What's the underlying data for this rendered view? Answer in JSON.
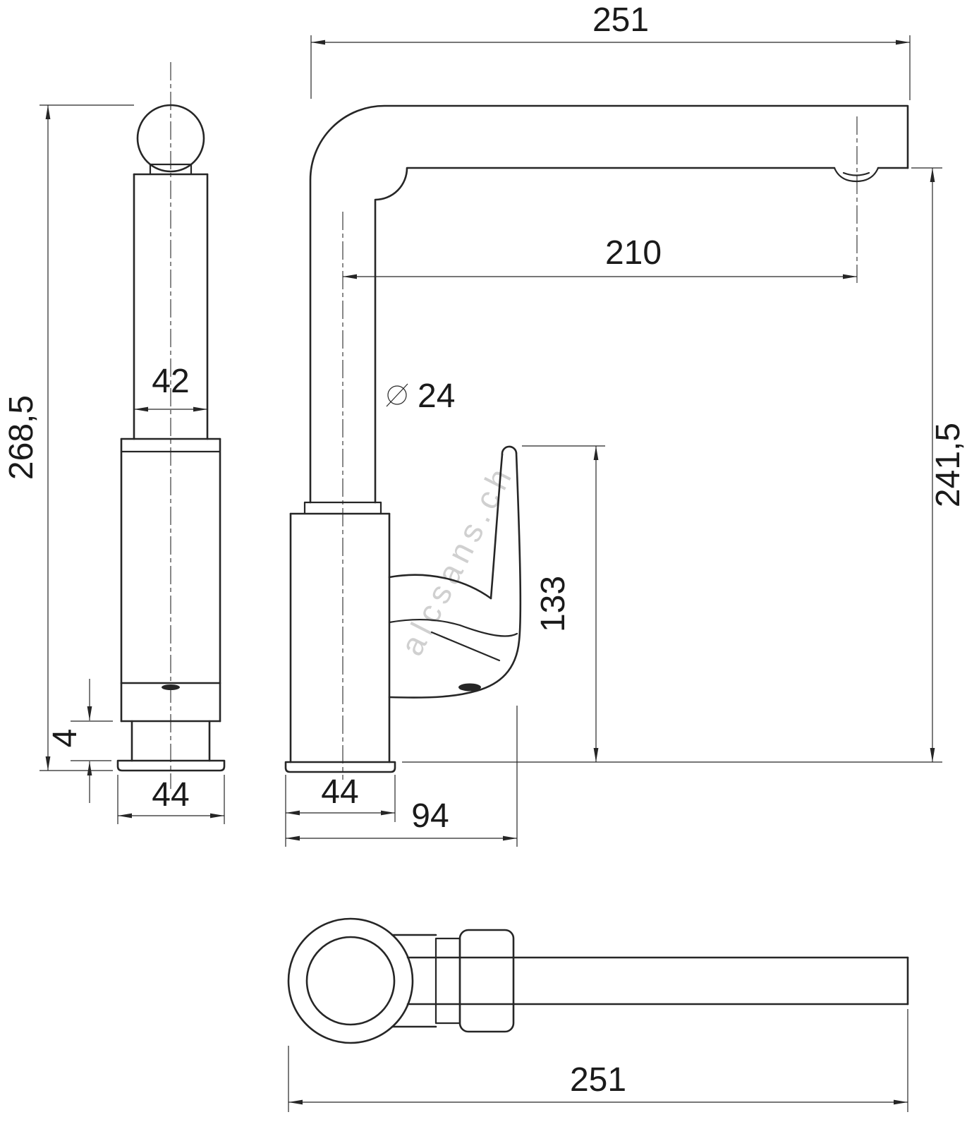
{
  "watermark": {
    "text": "alcsans.ch"
  },
  "colors": {
    "line": "#262626",
    "text": "#1a1a1a",
    "watermark": "#c8c8c8",
    "background": "#ffffff"
  },
  "dimensions": {
    "front": {
      "overall_height": "268,5",
      "spout_width": "42",
      "plate_thickness": "4",
      "base_width": "44"
    },
    "side": {
      "overall_length": "251",
      "spout_reach": "210",
      "spout_diameter_value": "24",
      "height_to_outlet": "241,5",
      "handle_height": "133",
      "base_width": "44",
      "body_depth": "94"
    },
    "top": {
      "overall_length": "251"
    }
  }
}
